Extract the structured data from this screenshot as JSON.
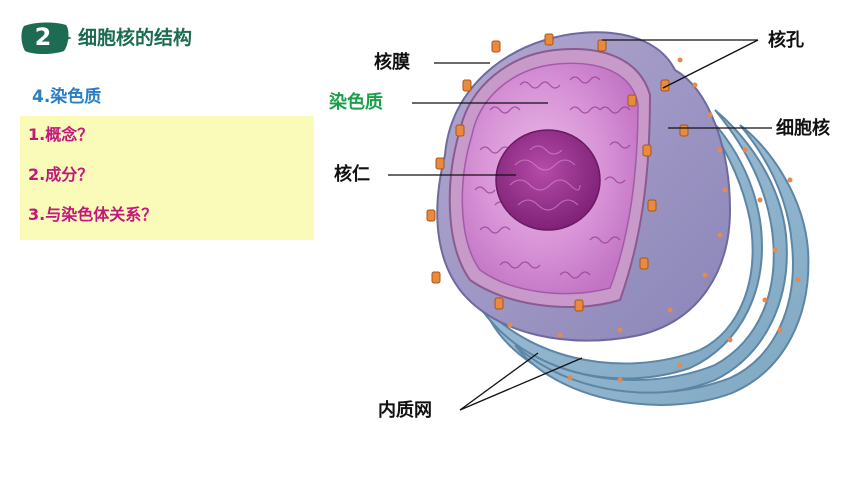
{
  "header": {
    "number": "2",
    "title": "细胞核的结构"
  },
  "subheading": "4.染色质",
  "questions": [
    "1.概念？",
    "2.成分？",
    "3.与染色体关系？"
  ],
  "labels": {
    "nuclear_envelope": "核膜",
    "chromatin": "染色质",
    "nucleolus": "核仁",
    "nuclear_pore": "核孔",
    "nucleus": "细胞核",
    "er": "内质网"
  },
  "colors": {
    "header_green": "#1d6b52",
    "subheading_blue": "#2a7fc4",
    "question_magenta": "#c2177c",
    "question_box": "#fafab9",
    "chromatin_label_green": "#1aa04c"
  }
}
